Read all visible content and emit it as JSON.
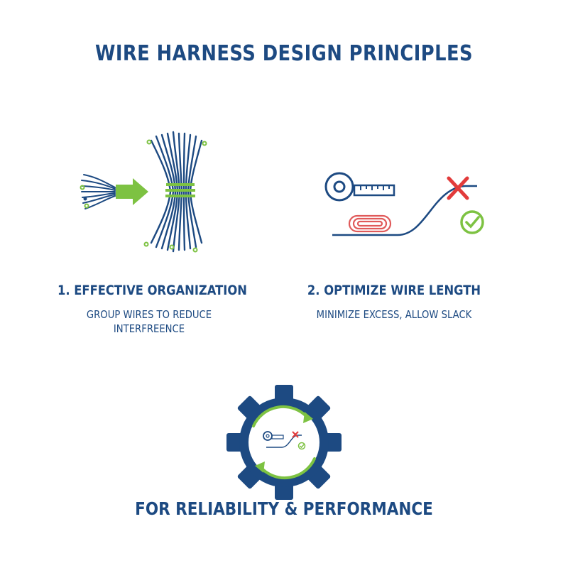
{
  "title": "WIRE HARNESS DESIGN PRINCIPLES",
  "principles": [
    {
      "heading": "1. EFFECTIVE ORGANIZATION",
      "description_lines": [
        "GROUP WIRES TO REDUCE",
        "INTERFREENCE"
      ]
    },
    {
      "heading": "2. OPTIMIZE WIRE LENGTH",
      "description_lines": [
        "MINIMIZE EXCESS, ALLOW SLACK"
      ]
    }
  ],
  "footer": "FOR RELIABILITY & PERFORMANCE",
  "colors": {
    "navy": "#1d4a82",
    "green": "#7dc242",
    "red": "#e23b3b",
    "coil": "#e05a5a"
  },
  "icons": [
    "wire-bundle-icon",
    "arrow-right-icon",
    "measuring-tape-icon",
    "coiled-wire-icon",
    "cross-icon",
    "check-circle-icon",
    "gear-icon",
    "cycle-arrows-icon"
  ]
}
